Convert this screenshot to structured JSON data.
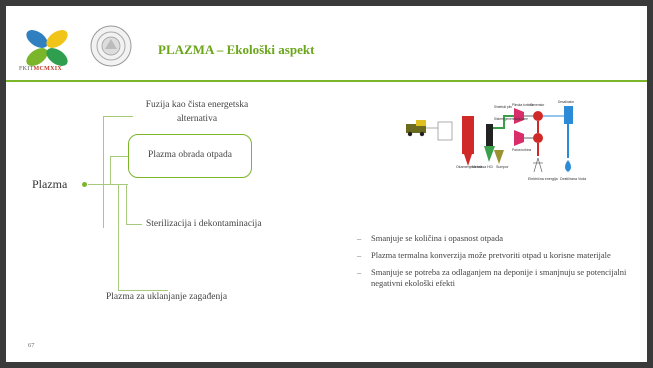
{
  "header": {
    "title": "PLAZMA – Ekološki aspekt",
    "logo_text_prefix": "FKIT",
    "logo_text_suffix": "MCMXIX"
  },
  "mindmap": {
    "root": "Plazma",
    "nodes": [
      "Fuzija kao čista energetska alternativa",
      "Plazma obrada otpada",
      "Sterilizacija i dekontaminacija",
      "Plazma za uklanjanje zagađenja"
    ]
  },
  "diagram": {
    "labels": {
      "slag": "Okamenjena masa",
      "metal": "Metali",
      "hcl": "HCl",
      "sulfur": "Sumpor",
      "electric": "Električna energija",
      "water": "Destilirana Voda",
      "generator": "Generator",
      "steam_turbine": "Parna turbina",
      "gas_turbine": "Plinska turbina",
      "hrsg": "Sistem generiranja pare",
      "syngas": "Sintetski plin",
      "desalinator": "Desalinator"
    },
    "colors": {
      "furnace": "#cf2a27",
      "gas_cleanup": "#f08a8a",
      "green": "#3aa04a",
      "olive": "#9c9231",
      "blue": "#2b8bd6",
      "turbine": "#d92d6a",
      "truck": "#6b6b20"
    }
  },
  "bullets": [
    "Smanjuje se količina i opasnost otpada",
    "Plazma termalna konverzija može pretvoriti otpad u korisne materijale",
    "Smanjuje se potreba za odlaganjem na deponije i smanjnuju se potencijalni negativni ekološki efekti"
  ],
  "page_number": "67"
}
